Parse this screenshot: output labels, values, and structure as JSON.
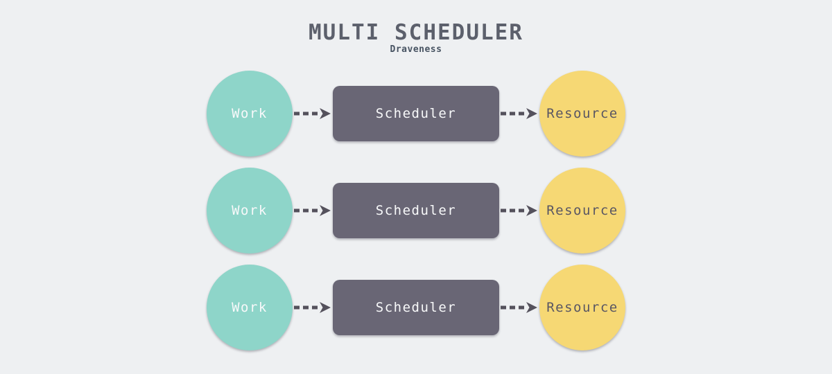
{
  "header": {
    "title": "MULTI SCHEDULER",
    "subtitle": "Draveness"
  },
  "diagram": {
    "rows": [
      {
        "work": "Work",
        "scheduler": "Scheduler",
        "resource": "Resource"
      },
      {
        "work": "Work",
        "scheduler": "Scheduler",
        "resource": "Resource"
      },
      {
        "work": "Work",
        "scheduler": "Scheduler",
        "resource": "Resource"
      }
    ],
    "connections": [
      "Work -> Scheduler",
      "Scheduler -> Resource"
    ]
  },
  "colors": {
    "background": "#eef0f2",
    "work_fill": "#8ed5c9",
    "scheduler_fill": "#696675",
    "resource_fill": "#f6d874",
    "arrow": "#54515c",
    "title_text": "#5c606c",
    "subtitle_text": "#475362",
    "light_label_text": "#f8f9fa",
    "dark_label_text": "#595663"
  }
}
